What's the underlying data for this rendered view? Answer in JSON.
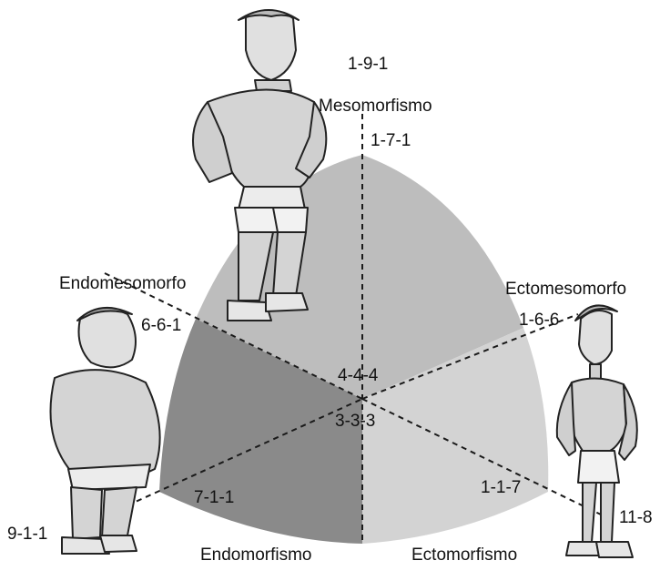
{
  "axes": {
    "mesomorph": "Mesomorfismo",
    "endomorph": "Endomorfismo",
    "ectomorph": "Ectomorfismo"
  },
  "regions": {
    "endomesomorph": "Endomesomorfo",
    "ectomesomorph": "Ectomesomorfo"
  },
  "ratings": {
    "top_outer": "1-9-1",
    "top_apex": "1-7-1",
    "endomeso_point": "6-6-1",
    "ectomeso_point": "1-6-6",
    "center_upper": "4-4-4",
    "center_lower": "3-3-3",
    "endo_inner": "7-1-1",
    "endo_outer": "9-1-1",
    "ecto_inner": "1-1-7",
    "ecto_outer": "11-8"
  },
  "colors": {
    "upper_region": "#bdbdbd",
    "endo_region": "#8a8a8a",
    "ecto_region": "#d3d3d3"
  },
  "figures": {
    "mesomorph": "mesomorph-figure",
    "endomorph": "endomorph-figure",
    "ectomorph": "ectomorph-figure"
  }
}
